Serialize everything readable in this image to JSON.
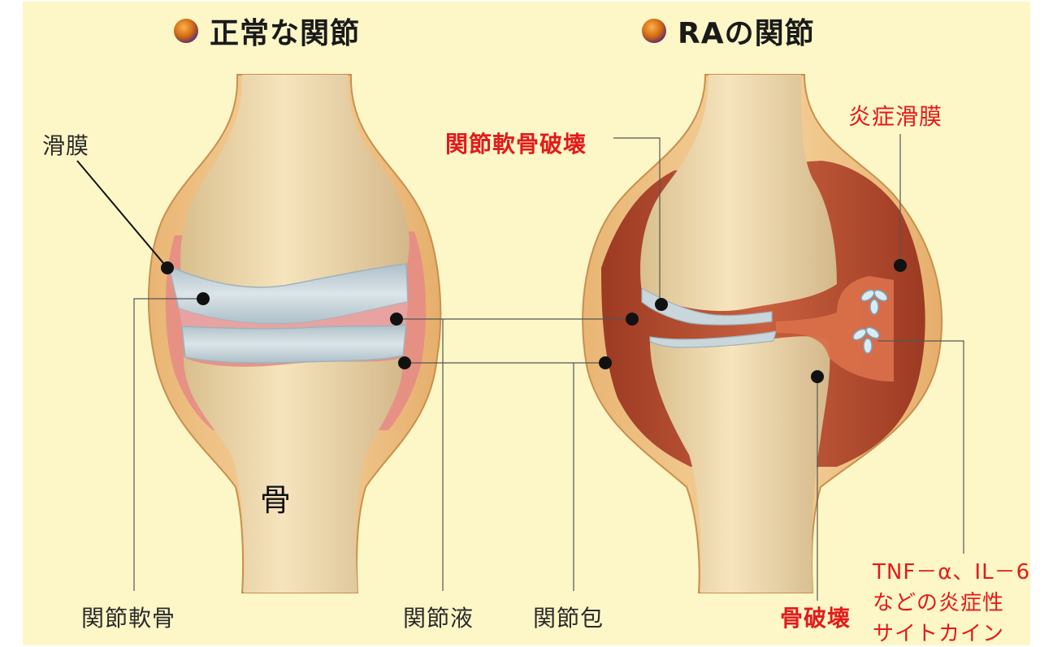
{
  "titles": {
    "normal": "正常な関節",
    "ra": "RAの関節"
  },
  "labels": {
    "synovium": "滑膜",
    "bone": "骨",
    "cartilage": "関節軟骨",
    "synovial_fluid": "関節液",
    "capsule": "関節包",
    "cartilage_destruction": "関節軟骨破壊",
    "inflamed_synovium": "炎症滑膜",
    "bone_destruction": "骨破壊",
    "cytokine_line1": "TNF－α、IL－6",
    "cytokine_line2": "などの炎症性",
    "cytokine_line3": "サイトカイン"
  },
  "colors": {
    "background": "#fdf7c7",
    "bone": "#efd9ae",
    "capsule": "#f3c98e",
    "cartilage": "#c9d6db",
    "synovium_normal": "#e88a8a",
    "synovium_inflamed": "#b54a2c",
    "highlight_text": "#e41a1a"
  }
}
